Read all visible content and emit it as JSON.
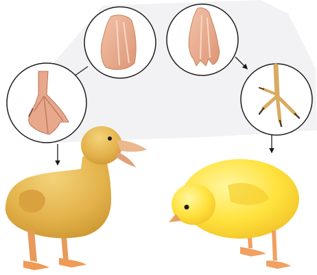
{
  "diagram": {
    "subjects": [
      "duckling",
      "chick"
    ],
    "panels": [
      {
        "name": "duck-embryo-limb",
        "order": 1,
        "subject": "duckling"
      },
      {
        "name": "chick-embryo-limb",
        "order": 1,
        "subject": "chick"
      },
      {
        "name": "duck-webbed-foot",
        "order": 2,
        "subject": "duckling"
      },
      {
        "name": "chick-clawed-foot",
        "order": 2,
        "subject": "chick"
      }
    ],
    "colors": {
      "background": "#ffffff",
      "backdrop": "#f2f2f4",
      "circle_stroke": "#1a1a1a",
      "arrow": "#1a1a1a",
      "embryo_limb": "#e9a98a",
      "duck_foot": "#e8a88c",
      "chick_foot": "#d9aa60",
      "duckling_body": "#e3b24a",
      "duckling_bill": "#ecb88f",
      "chick_body": "#ffe23d",
      "chick_legs": "#f0a060"
    }
  }
}
